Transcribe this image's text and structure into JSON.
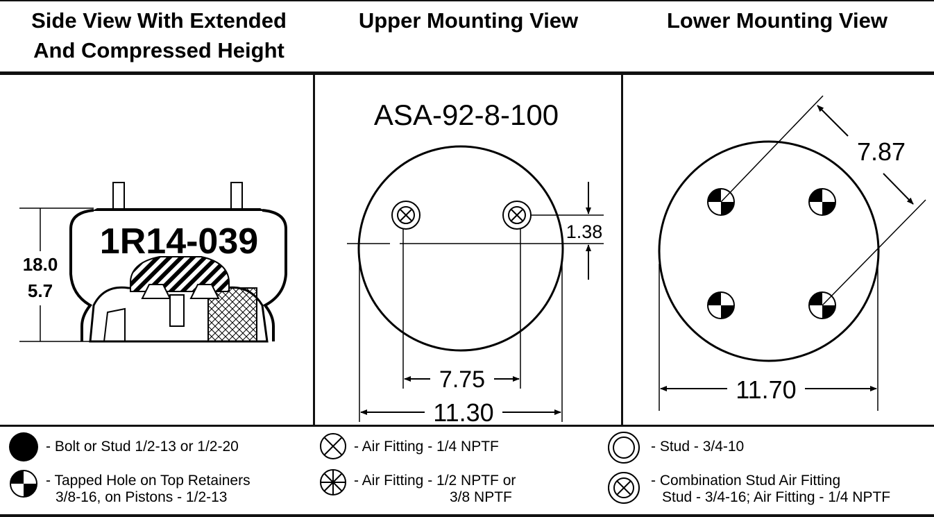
{
  "headers": {
    "side_line1": "Side View With Extended",
    "side_line2": "And Compressed Height",
    "upper": "Upper Mounting View",
    "lower": "Lower Mounting View"
  },
  "side_view": {
    "part_number": "1R14-039",
    "extended_height": "18.0",
    "compressed_height": "5.7"
  },
  "upper_view": {
    "model": "ASA-92-8-100",
    "stud_spacing": "7.75",
    "diameter": "11.30",
    "offset": "1.38"
  },
  "lower_view": {
    "bolt_spacing": "7.87",
    "diameter": "11.70"
  },
  "legend": {
    "bolt": "- Bolt or Stud 1/2-13 or 1/2-20",
    "tapped_line1": "- Tapped Hole on Top Retainers",
    "tapped_line2": "3/8-16, on Pistons - 1/2-13",
    "air14": "- Air Fitting - 1/4 NPTF",
    "air12_line1": "- Air Fitting - 1/2 NPTF or",
    "air12_line2": "3/8 NPTF",
    "stud": "- Stud - 3/4-10",
    "combo_line1": "- Combination Stud Air Fitting",
    "combo_line2": "Stud - 3/4-16; Air Fitting - 1/4 NPTF"
  }
}
